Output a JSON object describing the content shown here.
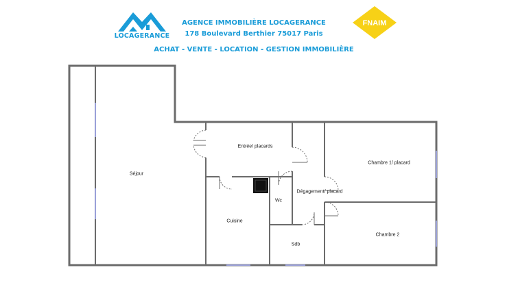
{
  "header": {
    "logo_name": "house-roof-icon",
    "logo_text": "LOCAGERANCE",
    "agency_name": "AGENCE IMMOBILIÈRE LOCAGERANCE",
    "agency_address": "178 Boulevard Berthier 75017 Paris",
    "tagline": "ACHAT - VENTE - LOCATION - GESTION IMMOBILIÈRE",
    "fnaim_text": "FNAIM",
    "brand_color": "#1a9cd8",
    "fnaim_color": "#f7d117"
  },
  "floorplan": {
    "rooms": {
      "sejour": "Séjour",
      "entree": "Entrée/ placards",
      "chambre1": "Chambre 1/ placard",
      "degagement": "Dégagement/ placard",
      "wc": "Wc",
      "cuisine": "Cuisine",
      "sdb": "Sdb",
      "chambre2": "Chambre 2"
    },
    "wall_color": "#6b6b6b",
    "window_color": "#9aa0d8"
  }
}
